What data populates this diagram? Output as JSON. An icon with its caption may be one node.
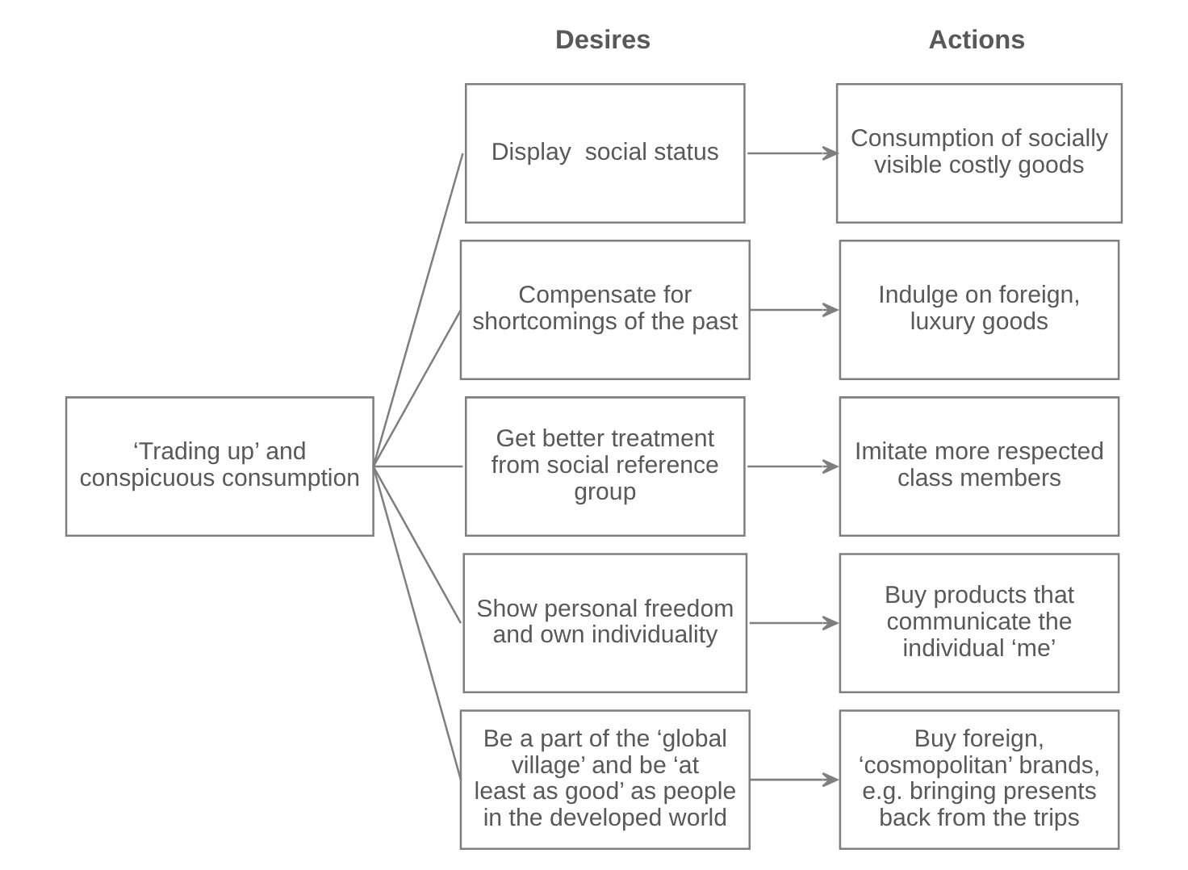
{
  "diagram": {
    "nodes": [
      {
        "text": [
          "‘Trading up’ and conspicuous consumption"
        ]
      },
      {
        "text": [
          "Display  social status"
        ]
      },
      {
        "text": [
          "Compensate for shortcomings of the past"
        ]
      },
      {
        "text": [
          "Get better treatment from social reference group"
        ]
      },
      {
        "text": [
          "Show personal freedom and own individuality"
        ]
      },
      {
        "text": [
          "Be a part of the ‘global village’ and be ‘at least as good’ as people in the developed world"
        ]
      },
      {
        "text": [
          "Consumption of socially visible costly goods"
        ]
      },
      {
        "text": [
          "Indulge on foreign, luxury goods"
        ]
      },
      {
        "text": [
          "Imitate more respected class members"
        ]
      },
      {
        "text": [
          "Buy products that communicate the individual ‘me’"
        ]
      },
      {
        "text": [
          "Buy foreign, ‘cosmopolitan’ brands, e.g. bringing presents back from the trips"
        ]
      }
    ],
    "edges": [
      {
        "from": 0,
        "to": 1,
        "arrow": "none"
      },
      {
        "from": 0,
        "to": 2,
        "arrow": "none"
      },
      {
        "from": 0,
        "to": 3,
        "arrow": "none"
      },
      {
        "from": 0,
        "to": 4,
        "arrow": "none"
      },
      {
        "from": 0,
        "to": 5,
        "arrow": "none"
      },
      {
        "from": 1,
        "to": 6,
        "arrow": "to"
      },
      {
        "from": 2,
        "to": 7,
        "arrow": "to"
      },
      {
        "from": 3,
        "to": 8,
        "arrow": "to"
      },
      {
        "from": 4,
        "to": 9,
        "arrow": "to"
      },
      {
        "from": 5,
        "to": 10,
        "arrow": "to"
      }
    ],
    "labels": [
      "Desires",
      "Actions"
    ]
  }
}
